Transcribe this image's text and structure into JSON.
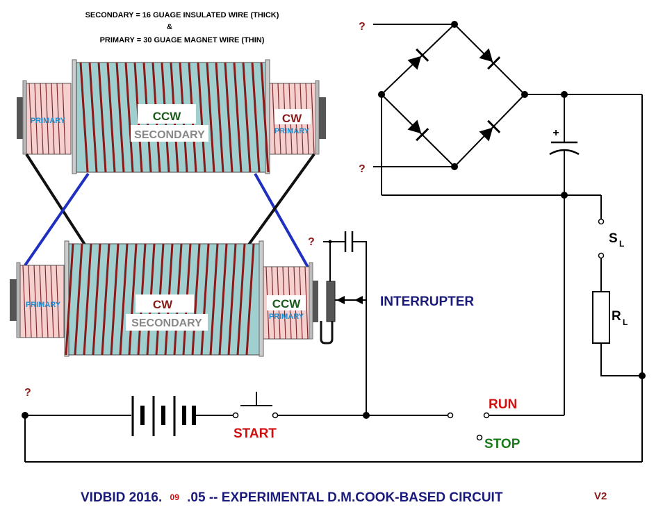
{
  "header": {
    "line1": "SECONDARY = 16 GUAGE INSULATED WIRE (THICK)",
    "line2": "&",
    "line3": "PRIMARY = 30 GUAGE MAGNET WIRE (THIN)"
  },
  "top_coil": {
    "center_dir": "CCW",
    "center_label": "SECONDARY",
    "left_label": "PRIMARY",
    "right_dir": "CW",
    "right_label": "PRIMARY"
  },
  "bottom_coil": {
    "center_dir": "CW",
    "center_label": "SECONDARY",
    "left_label": "PRIMARY",
    "right_dir": "CCW",
    "right_label": "PRIMARY"
  },
  "labels": {
    "question": "?",
    "interrupter": "INTERRUPTER",
    "start": "START",
    "run": "RUN",
    "stop": "STOP",
    "cap_plus": "+",
    "sl_main": "S",
    "sl_sub": "L",
    "rl_main": "R",
    "rl_sub": "L"
  },
  "footer": {
    "part1": "VIDBID 2016.",
    "part2": "09",
    "part3": ".05 -- EXPERIMENTAL D.M.COOK-BASED CIRCUIT",
    "version": "V2"
  },
  "colors": {
    "coil_core": "#9fcfcf",
    "coil_primary": "#f6cfcf",
    "winding": "#8a1a1a",
    "cross_black": "#111111",
    "cross_blue": "#1f2fbf",
    "run_red": "#d01010",
    "stop_green": "#1a7a1a",
    "title_navy": "#1a1a7a",
    "primary_blue": "#1e8fd0",
    "question": "#8a1a1a"
  }
}
